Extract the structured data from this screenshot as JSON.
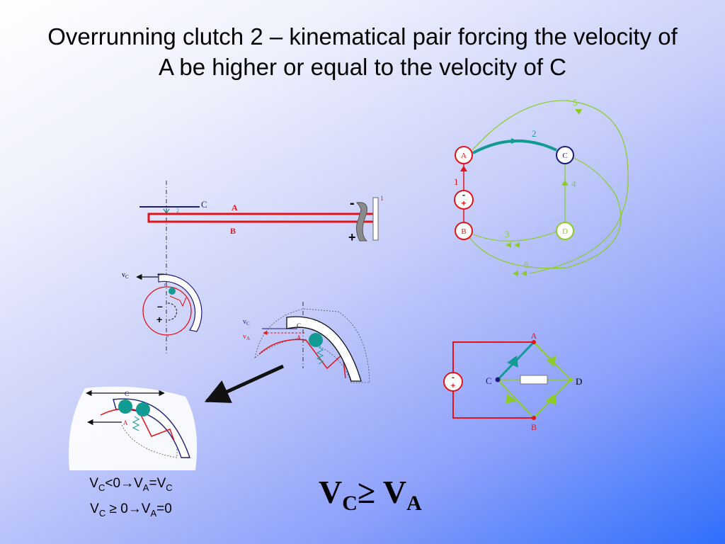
{
  "slide": {
    "title": "Overrunning clutch  2 – kinematical pair forcing the velocity of A be higher or equal to the velocity of C"
  },
  "mechanism": {
    "label_c": "C",
    "label_a": "A",
    "label_b": "B",
    "label_2": "2",
    "label_1": "1",
    "sign_minus": "-",
    "sign_plus": "+"
  },
  "small_clutch": {
    "vc_base": "v",
    "vc_sub": "C",
    "label_c": "C",
    "label_b": "B",
    "sign_minus": "–",
    "sign_plus": "+"
  },
  "mid_clutch": {
    "vc_base": "v",
    "vc_sub": "C",
    "va_base": "v",
    "va_sub": "A",
    "label_c": "C",
    "label_a": "A"
  },
  "zoom_clutch": {
    "label_c": "C",
    "label_a": "A"
  },
  "graph": {
    "node_a": "A",
    "node_b": "B",
    "node_c": "C",
    "node_d": "D",
    "edge_1": "1",
    "edge_2": "2",
    "edge_3": "3",
    "edge_4": "4",
    "edge_5": "5",
    "edge_6": "6",
    "source_minus": "-",
    "source_plus": "+"
  },
  "bridge": {
    "label_a": "A",
    "label_b": "B",
    "label_c": "C",
    "label_d": "D",
    "source_minus": "-",
    "source_plus": "+"
  },
  "conditions": {
    "line1": {
      "v1": "V",
      "s1": "C",
      "cond": "<0",
      "arrow": "→",
      "v2": "V",
      "s2": "A",
      "eq": "=",
      "v3": "V",
      "s3": "C"
    },
    "line2": {
      "v1": "V",
      "s1": "C",
      "cond": " ≥ 0",
      "arrow": "→",
      "v2": "V",
      "s2": "A",
      "eq": "=0"
    }
  },
  "main_equation": {
    "v1": "V",
    "s1": "C",
    "op": "≥ ",
    "v2": "V",
    "s2": "A"
  },
  "colors": {
    "red": "#e3131a",
    "teal": "#129b93",
    "green": "#8ccc25",
    "navy": "#1d1d7d",
    "dark": "#111111"
  }
}
